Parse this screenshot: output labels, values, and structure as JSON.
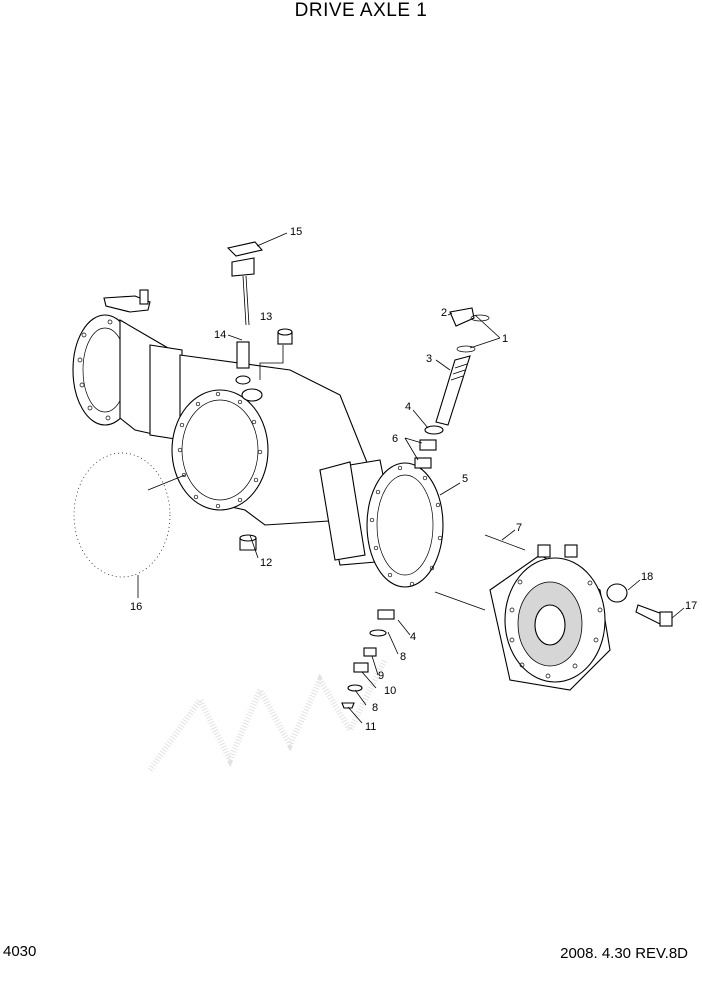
{
  "title": "DRIVE AXLE 1",
  "page_number": "4030",
  "revision": "2008. 4.30 REV.8D",
  "callouts": [
    {
      "id": "c1",
      "label": "1"
    },
    {
      "id": "c2",
      "label": "2"
    },
    {
      "id": "c3",
      "label": "3"
    },
    {
      "id": "c4a",
      "label": "4"
    },
    {
      "id": "c4b",
      "label": "4"
    },
    {
      "id": "c5",
      "label": "5"
    },
    {
      "id": "c6",
      "label": "6"
    },
    {
      "id": "c7",
      "label": "7"
    },
    {
      "id": "c8a",
      "label": "8"
    },
    {
      "id": "c8b",
      "label": "8"
    },
    {
      "id": "c9",
      "label": "9"
    },
    {
      "id": "c10",
      "label": "10"
    },
    {
      "id": "c11",
      "label": "11"
    },
    {
      "id": "c12",
      "label": "12"
    },
    {
      "id": "c13",
      "label": "13"
    },
    {
      "id": "c14",
      "label": "14"
    },
    {
      "id": "c15",
      "label": "15"
    },
    {
      "id": "c16",
      "label": "16"
    },
    {
      "id": "c17",
      "label": "17"
    },
    {
      "id": "c18",
      "label": "18"
    }
  ]
}
